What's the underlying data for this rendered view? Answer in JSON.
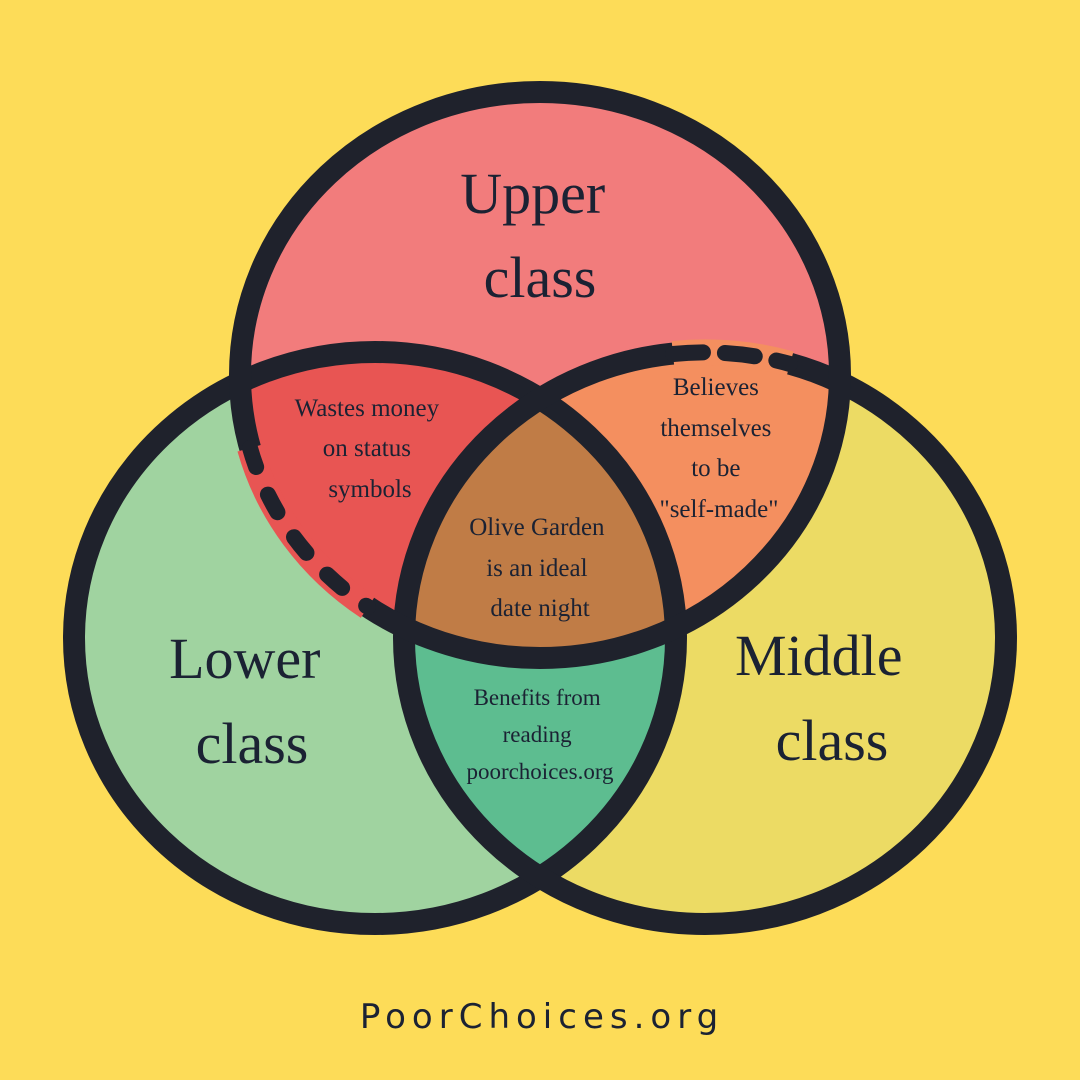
{
  "colors": {
    "background": "#fddc58",
    "upper": "#f27c7c",
    "lower": "#a0d3a0",
    "middle": "#ecdb64",
    "upper_lower": "#e85553",
    "upper_middle": "#f48f5f",
    "lower_middle": "#5dbd90",
    "all_three": "#c07c46",
    "outline": "#1f222c"
  },
  "sets": {
    "upper": [
      "Upper",
      "class"
    ],
    "lower": [
      "Lower",
      "class"
    ],
    "middle": [
      "Middle",
      "class"
    ]
  },
  "intersections": {
    "upper_lower": [
      "Wastes money",
      "on status",
      "symbols"
    ],
    "upper_middle": [
      "Believes",
      "themselves",
      "to be",
      "\"self-made\""
    ],
    "lower_middle": [
      "Benefits from",
      "reading",
      "poorchoices.org"
    ],
    "all_three": [
      "Olive Garden",
      "is an ideal",
      "date night"
    ]
  },
  "footer": "PoorChoices.org"
}
